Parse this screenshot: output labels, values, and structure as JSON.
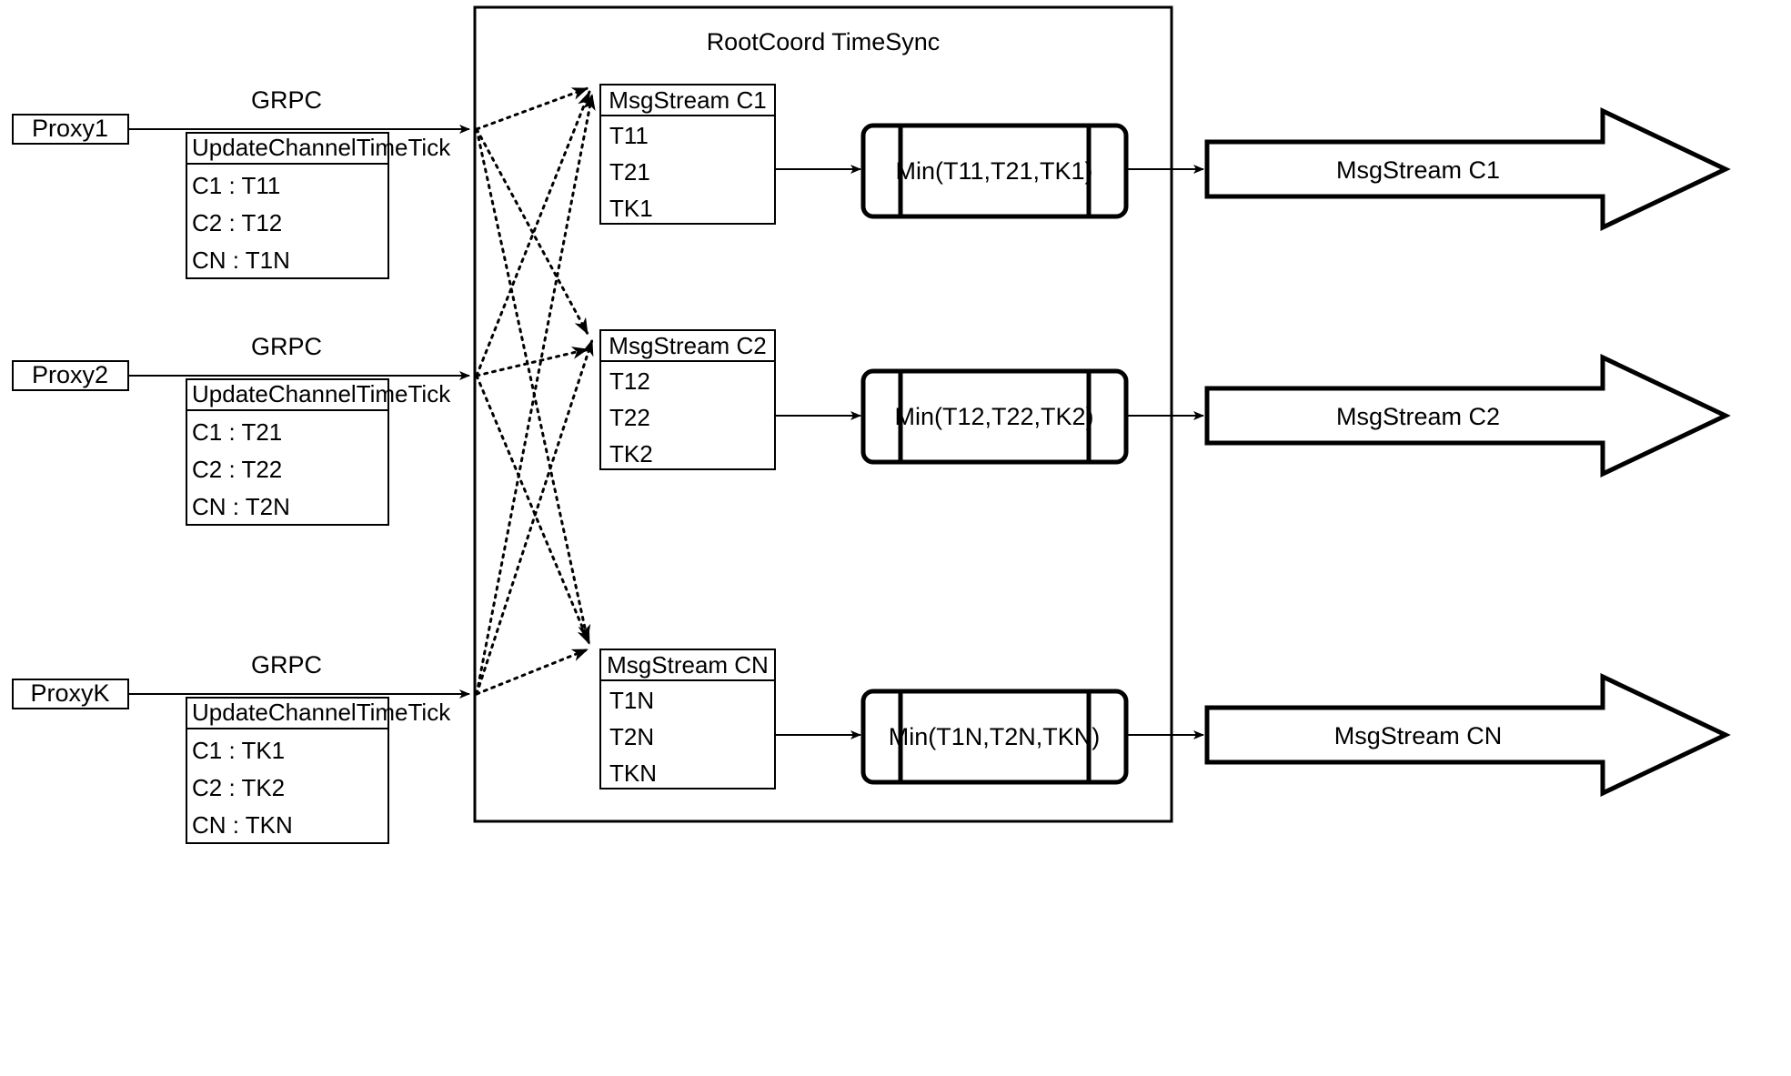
{
  "diagram": {
    "title": "RootCoord TimeSync",
    "container_label": "RootCoord TimeSync"
  },
  "proxies": [
    {
      "name": "Proxy1",
      "link_label": "GRPC",
      "request": {
        "header": "UpdateChannelTimeTick",
        "rows": [
          "C1 :  T11",
          "C2 :  T12",
          "CN : T1N"
        ]
      }
    },
    {
      "name": "Proxy2",
      "link_label": "GRPC",
      "request": {
        "header": "UpdateChannelTimeTick",
        "rows": [
          "C1 :  T21",
          "C2 :  T22",
          "CN : T2N"
        ]
      }
    },
    {
      "name": "ProxyK",
      "link_label": "GRPC",
      "request": {
        "header": "UpdateChannelTimeTick",
        "rows": [
          "C1 :  TK1",
          "C2 :  TK2",
          "CN : TKN"
        ]
      }
    }
  ],
  "channels": [
    {
      "stream": {
        "header": "MsgStream C1",
        "rows": [
          "T11",
          "T21",
          "TK1"
        ]
      },
      "process": {
        "label": "Min(T11,T21,TK1)"
      },
      "output": {
        "label": "MsgStream C1"
      }
    },
    {
      "stream": {
        "header": "MsgStream C2",
        "rows": [
          "T12",
          "T22",
          "TK2"
        ]
      },
      "process": {
        "label": "Min(T12,T22,TK2)"
      },
      "output": {
        "label": "MsgStream C2"
      }
    },
    {
      "stream": {
        "header": "MsgStream CN",
        "rows": [
          "T1N",
          "T2N",
          "TKN"
        ]
      },
      "process": {
        "label": "Min(T1N,T2N,TKN)"
      },
      "output": {
        "label": "MsgStream CN"
      }
    }
  ],
  "colors": {
    "stroke": "#000000",
    "background": "#ffffff",
    "text": "#000000"
  }
}
